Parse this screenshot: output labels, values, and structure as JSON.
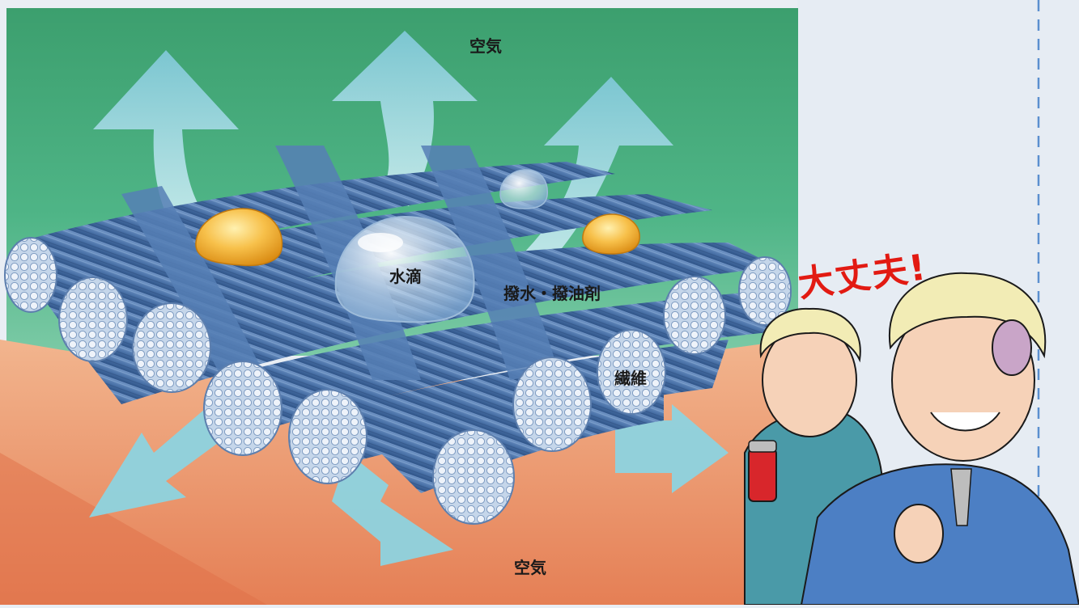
{
  "labels": {
    "air_top": "空気",
    "water_drop": "水滴",
    "repellent": "撥水・撥油剤",
    "fiber": "繊維",
    "air_bottom": "空気"
  },
  "exclamation": "大丈夫!",
  "colors": {
    "air_green": "#3aa677",
    "fabric_base": "#e99168",
    "fiber_blue": "#4a72a8",
    "arrow_cyan": "#8dd3df",
    "oil_drop": "#f0a526",
    "exclaim_red": "#e21a12",
    "dashed_line": "#5b8fcf"
  }
}
